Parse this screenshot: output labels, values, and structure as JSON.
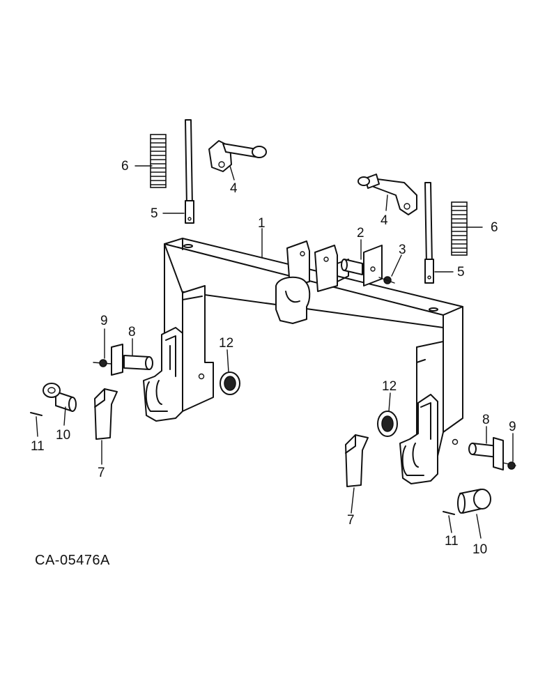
{
  "diagram": {
    "drawing_code": "CA-05476A",
    "callouts": [
      {
        "id": "c1",
        "label": "1"
      },
      {
        "id": "c2",
        "label": "2"
      },
      {
        "id": "c3",
        "label": "3"
      },
      {
        "id": "c4a",
        "label": "4"
      },
      {
        "id": "c4b",
        "label": "4"
      },
      {
        "id": "c5a",
        "label": "5"
      },
      {
        "id": "c5b",
        "label": "5"
      },
      {
        "id": "c6a",
        "label": "6"
      },
      {
        "id": "c6b",
        "label": "6"
      },
      {
        "id": "c7a",
        "label": "7"
      },
      {
        "id": "c7b",
        "label": "7"
      },
      {
        "id": "c8a",
        "label": "8"
      },
      {
        "id": "c8b",
        "label": "8"
      },
      {
        "id": "c9a",
        "label": "9"
      },
      {
        "id": "c9b",
        "label": "9"
      },
      {
        "id": "c10a",
        "label": "10"
      },
      {
        "id": "c10b",
        "label": "10"
      },
      {
        "id": "c11a",
        "label": "11"
      },
      {
        "id": "c11b",
        "label": "11"
      },
      {
        "id": "c12a",
        "label": "12"
      },
      {
        "id": "c12b",
        "label": "12"
      }
    ]
  }
}
